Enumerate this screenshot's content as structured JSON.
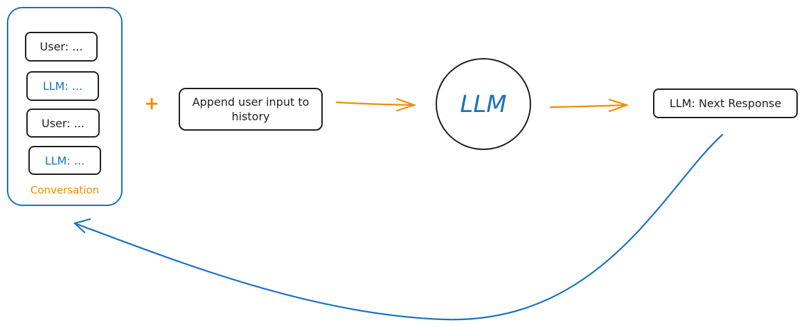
{
  "conversation": {
    "label": "Conversation",
    "messages": [
      {
        "text": "User: ...",
        "role": "user"
      },
      {
        "text": "LLM: ...",
        "role": "llm"
      },
      {
        "text": "User: ...",
        "role": "user"
      },
      {
        "text": "LLM: ...",
        "role": "llm"
      }
    ]
  },
  "plus_symbol": "+",
  "append_step": {
    "line1": "Append user input to",
    "line2": "history"
  },
  "model": {
    "label": "LLM"
  },
  "output": {
    "label": "LLM: Next Response"
  },
  "colors": {
    "accent_orange": "#f08c00",
    "accent_blue": "#1971c2",
    "stroke": "#1e1e1e"
  }
}
